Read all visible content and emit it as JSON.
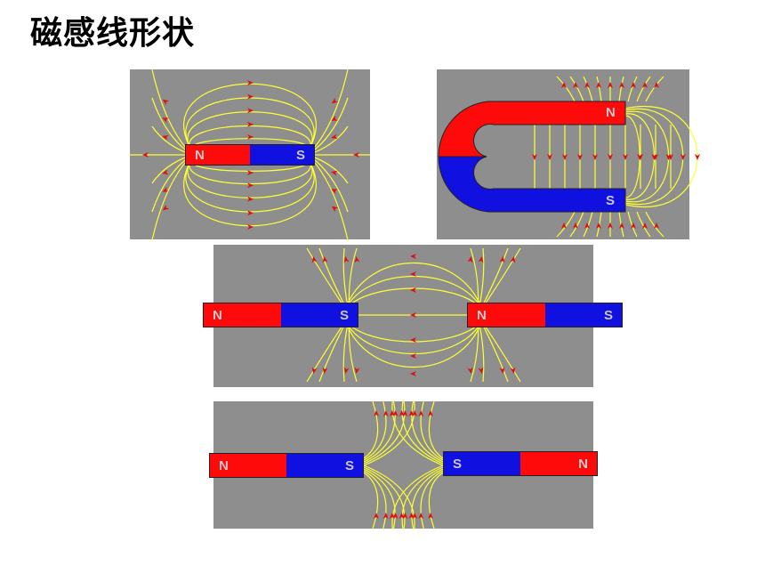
{
  "title": "磁感线形状",
  "colors": {
    "background": "#8e8e8e",
    "north": "#ff0a0a",
    "south": "#1010e0",
    "field_line": "#ffff33",
    "arrow": "#dd1010"
  },
  "panels": {
    "bar_magnet": {
      "north_label": "N",
      "south_label": "S"
    },
    "horseshoe_magnet": {
      "north_label": "N",
      "south_label": "S"
    },
    "unlike_poles": {
      "left_magnet": {
        "north_label": "N",
        "south_label": "S"
      },
      "right_magnet": {
        "north_label": "N",
        "south_label": "S"
      }
    },
    "like_poles": {
      "left_magnet": {
        "north_label": "N",
        "south_label": "S"
      },
      "right_magnet": {
        "south_label": "S",
        "north_label": "N"
      }
    }
  }
}
